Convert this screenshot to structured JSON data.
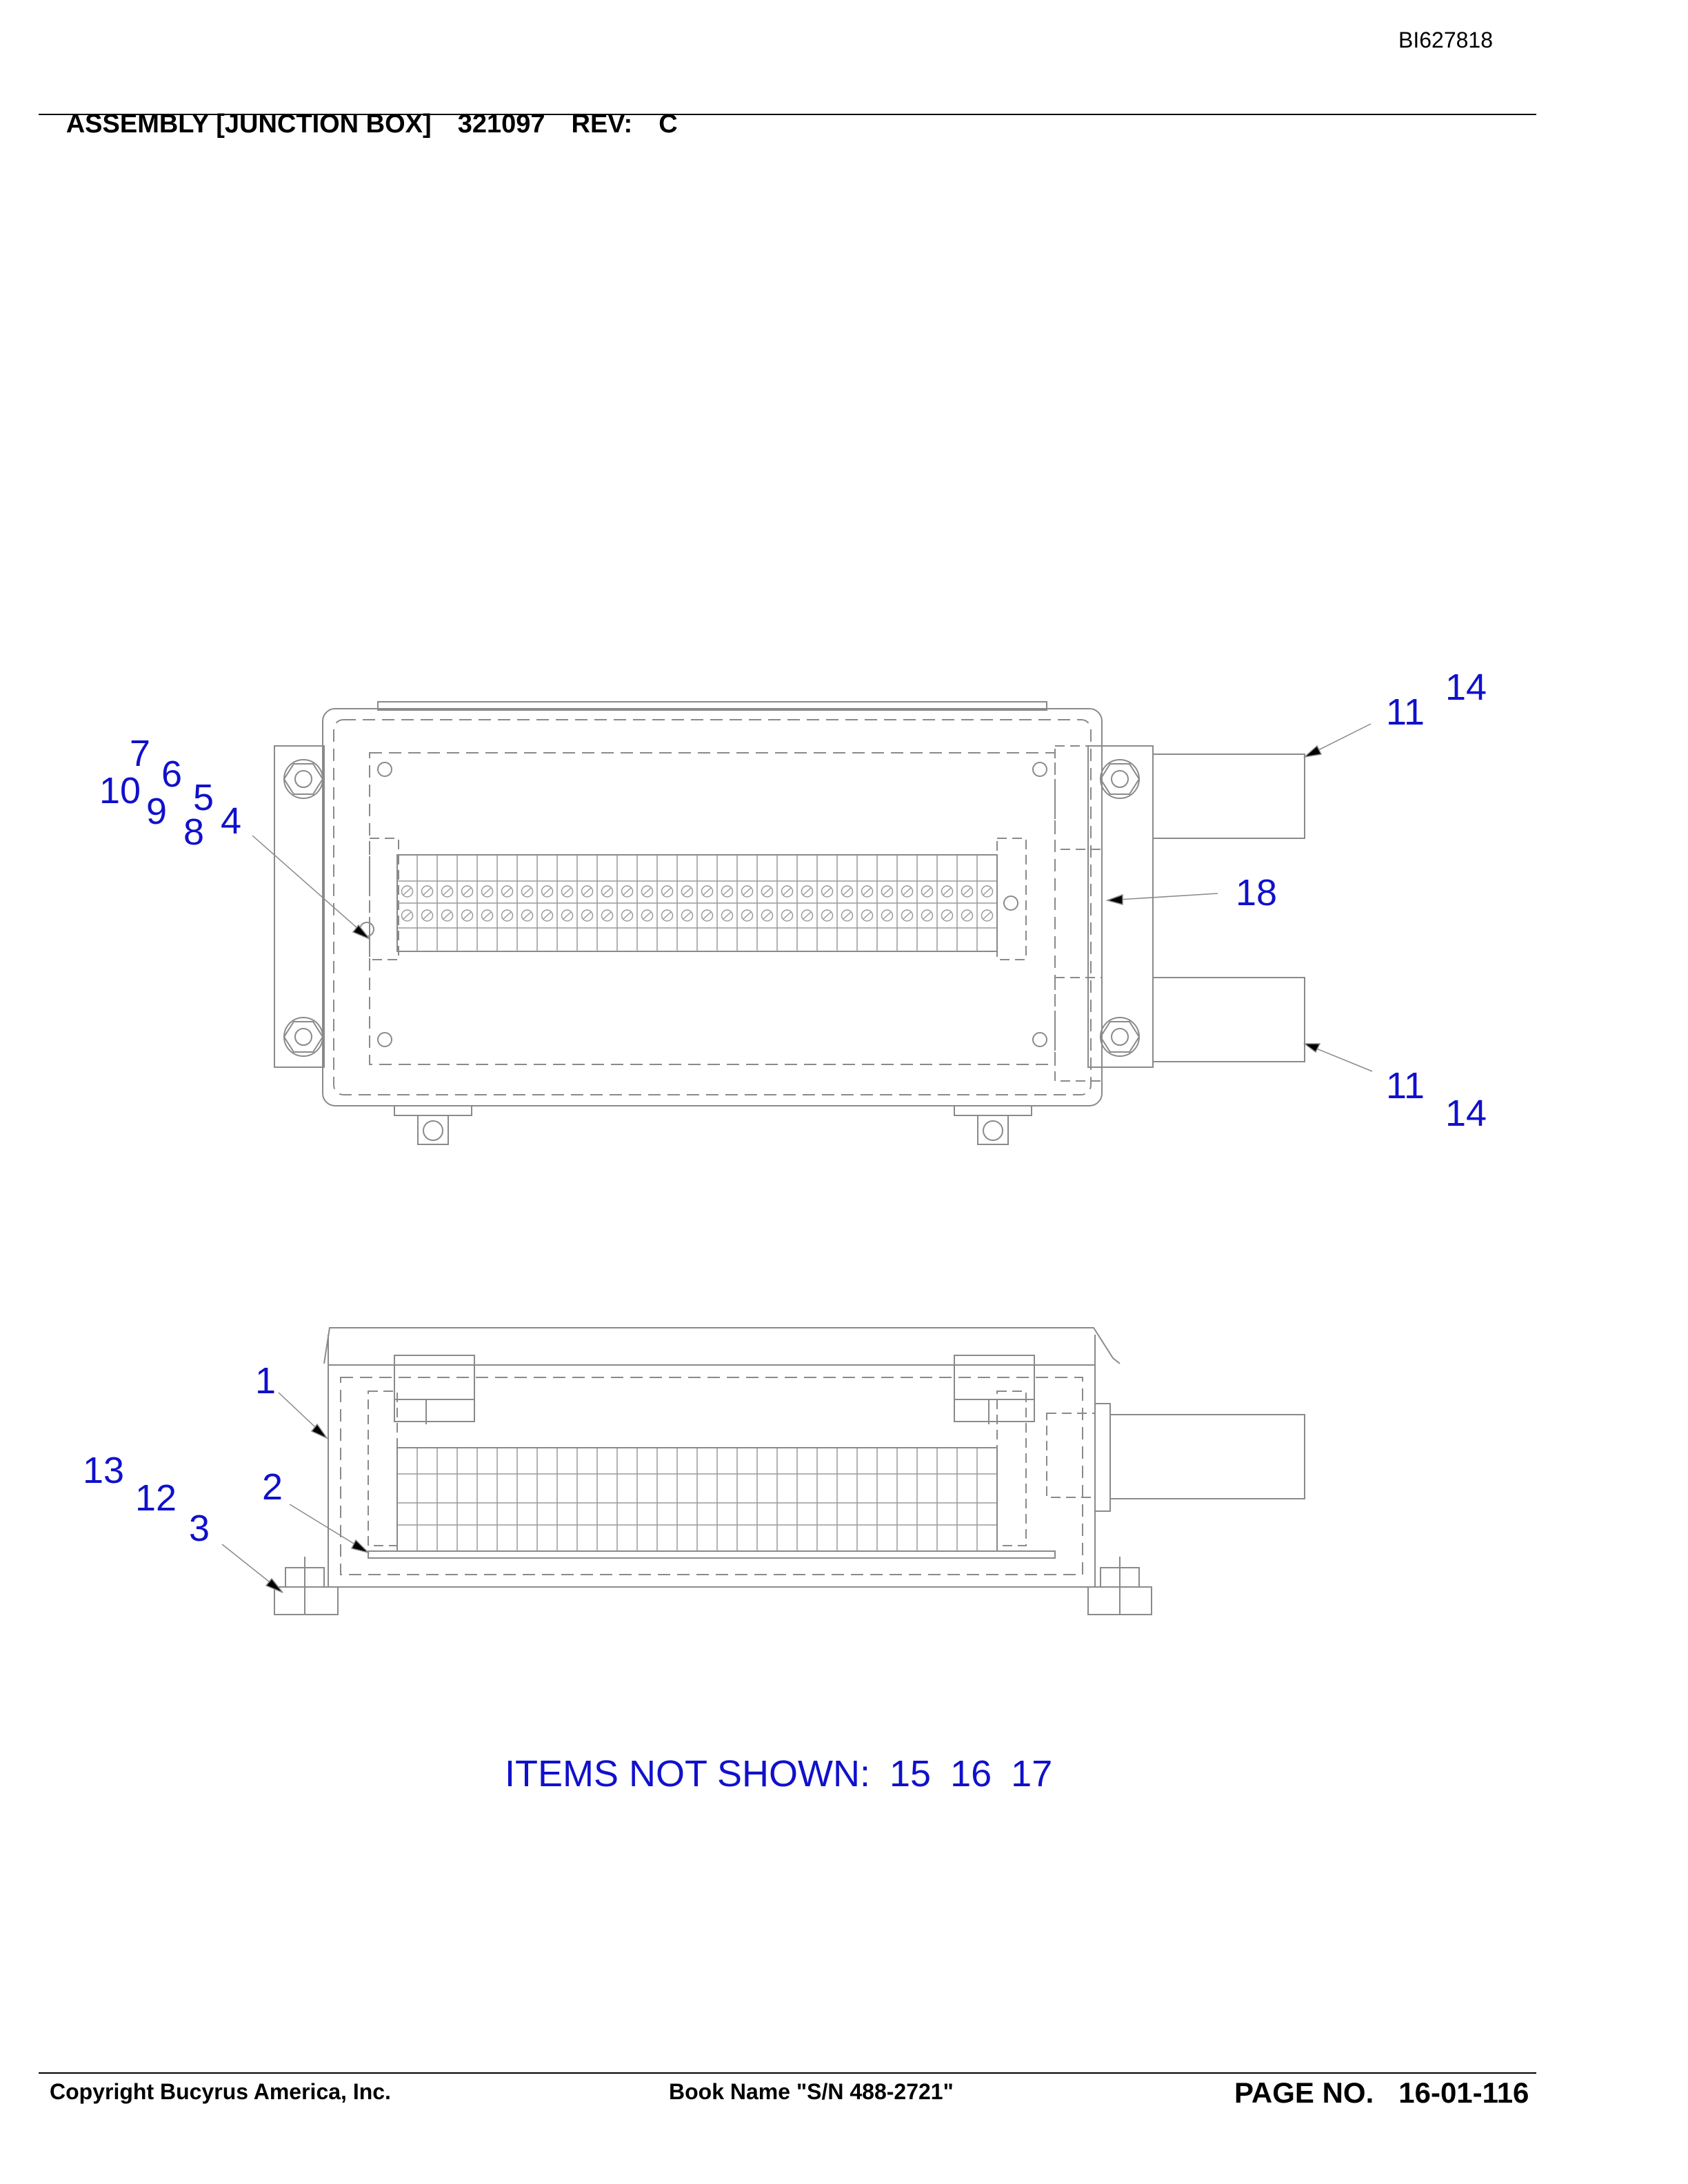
{
  "doc_id": "BI627818",
  "header": {
    "title": "ASSEMBLY [JUNCTION BOX]",
    "part_number": "321097",
    "rev_label": "REV:",
    "rev_value": "C"
  },
  "callouts": {
    "top_view": [
      "7",
      "6",
      "10",
      "9",
      "5",
      "8",
      "4",
      "11",
      "14",
      "18",
      "11",
      "14"
    ],
    "side_view": [
      "1",
      "13",
      "12",
      "2",
      "3"
    ]
  },
  "items_not_shown": {
    "label": "ITEMS NOT SHOWN:",
    "items": [
      "15",
      "16",
      "17"
    ]
  },
  "footer": {
    "copyright": "Copyright Bucyrus America, Inc.",
    "book_name": "Book Name \"S/N 488-2721\"",
    "page_label": "PAGE NO.",
    "page_number": "16-01-116"
  },
  "colors": {
    "callout": "#1010cc",
    "line_art": "#8a8a8a",
    "text": "#000000"
  }
}
